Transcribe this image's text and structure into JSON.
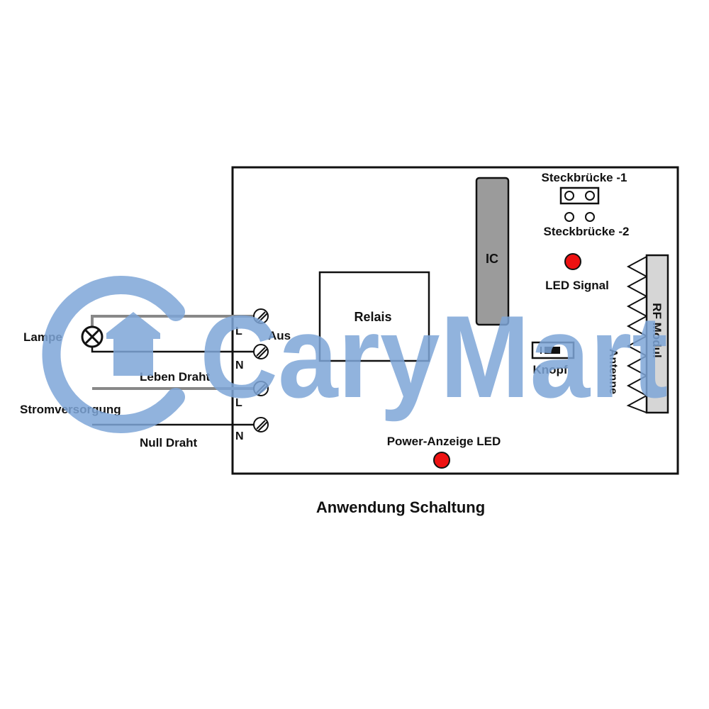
{
  "diagram": {
    "caption": "Anwendung Schaltung",
    "components": {
      "relay": "Relais",
      "ic": "IC",
      "jumper1": "Steckbrücke -1",
      "jumper2": "Steckbrücke -2",
      "led_signal": "LED Signal",
      "button": "Knopf",
      "antenna": "Antenne",
      "rf_module": "RF Modul",
      "power_led": "Power-Anzeige LED"
    },
    "terminals": {
      "out_label": "Aus",
      "t1": "L",
      "t2": "N",
      "t3": "L",
      "t4": "N"
    },
    "external": {
      "lamp": "Lampe",
      "live_wire": "Leben Draht",
      "power_supply": "Stromversorgung",
      "neutral_wire": "Null Draht"
    }
  },
  "watermark": {
    "text": "CaryMart",
    "color": "#7ea6d8"
  },
  "colors": {
    "outline": "#111111",
    "wire_gray": "#888888",
    "ic_fill": "#9b9b9b",
    "rf_fill": "#d6d6d6",
    "led_red": "#ee1111"
  }
}
